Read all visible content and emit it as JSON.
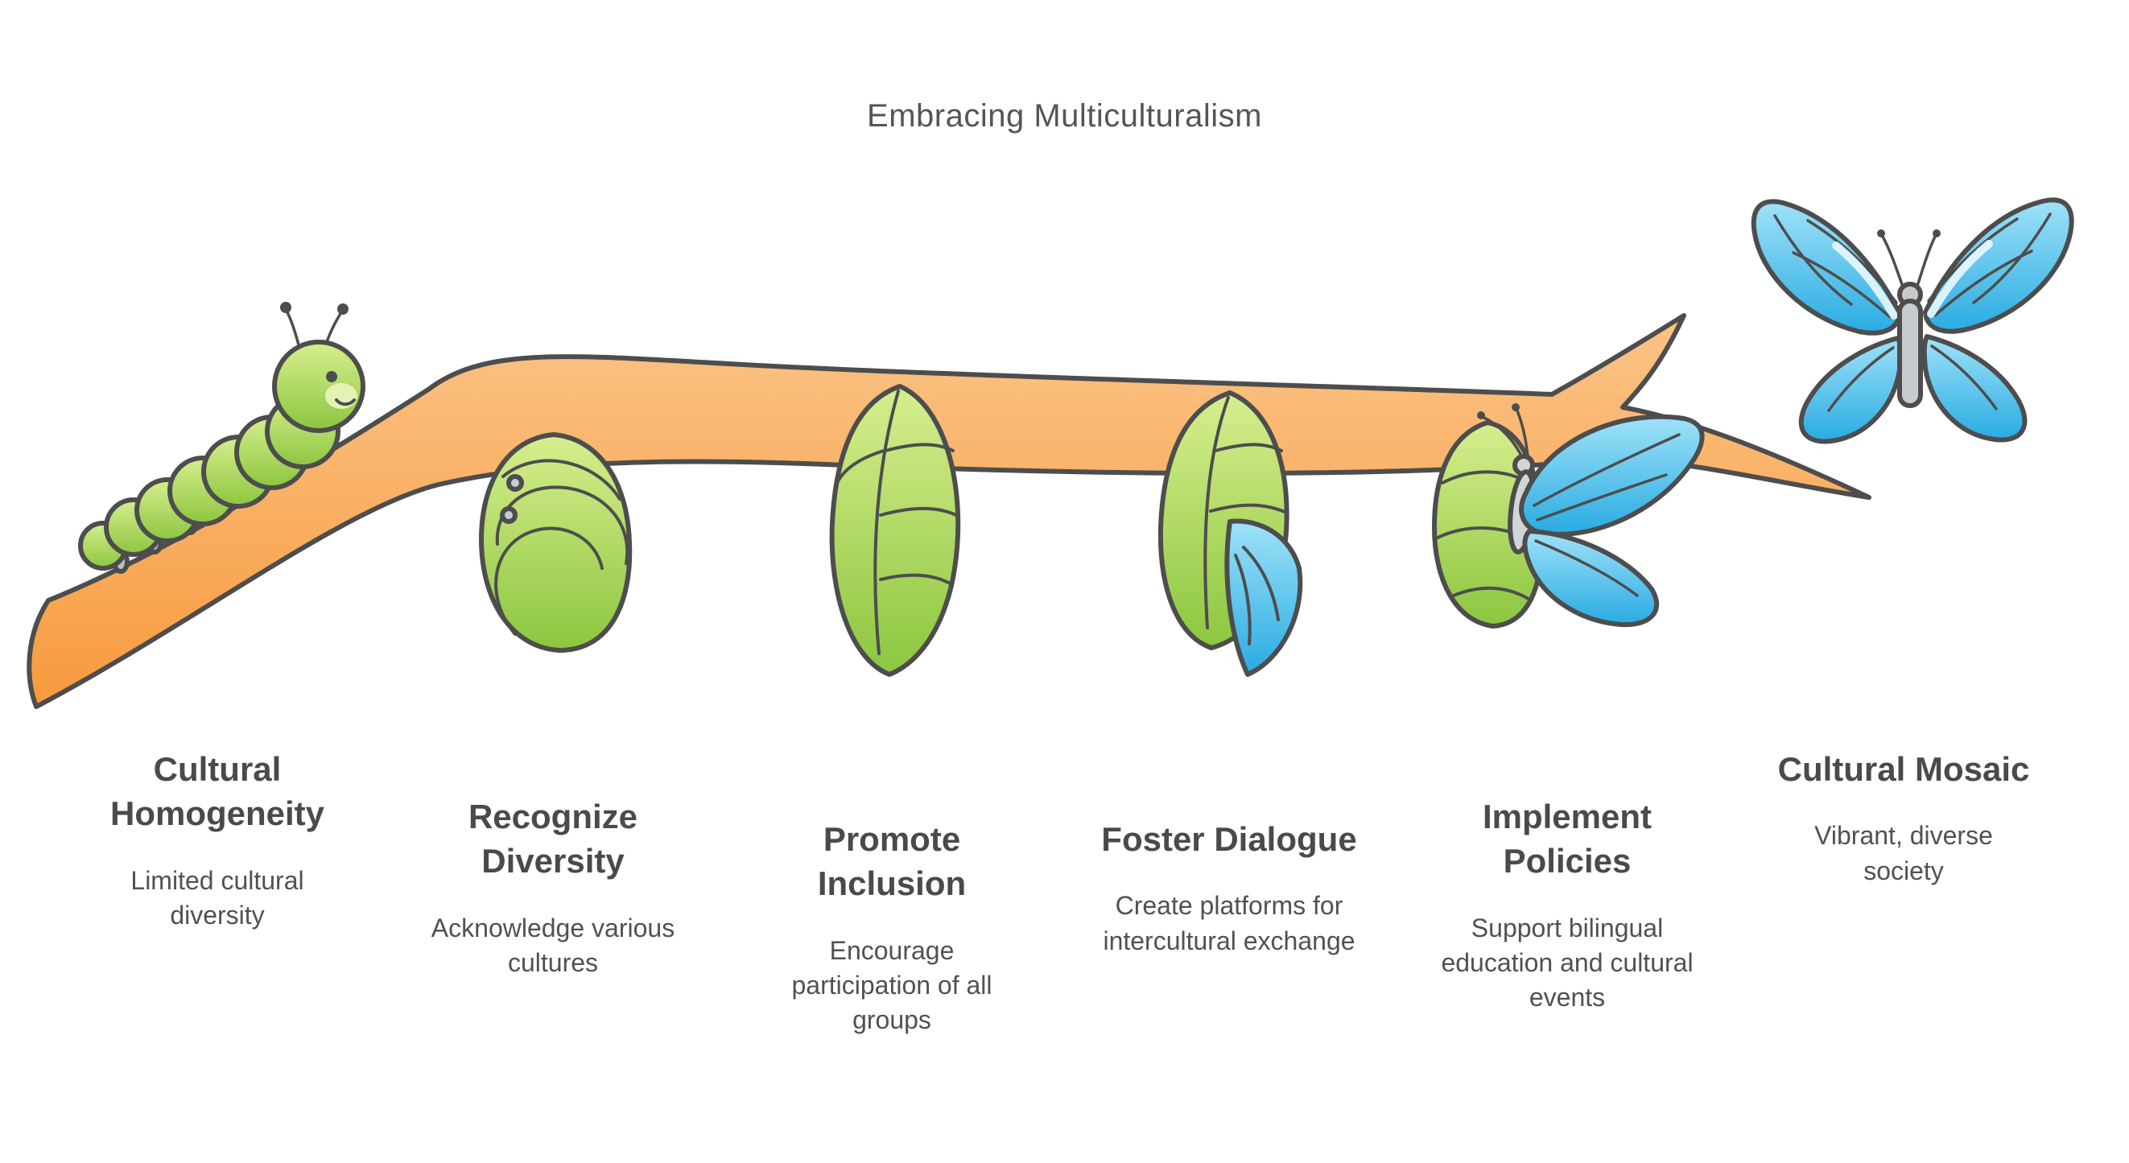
{
  "title": "Embracing Multiculturalism",
  "stages": [
    {
      "title": "Cultural Homogeneity",
      "description": "Limited cultural diversity",
      "icon": "caterpillar-icon"
    },
    {
      "title": "Recognize Diversity",
      "description": "Acknowledge various cultures",
      "icon": "chrysalis-early-icon"
    },
    {
      "title": "Promote Inclusion",
      "description": "Encourage participation of all groups",
      "icon": "chrysalis-developing-icon"
    },
    {
      "title": "Foster Dialogue",
      "description": "Create platforms for intercultural exchange",
      "icon": "chrysalis-wing-emerging-icon"
    },
    {
      "title": "Implement Policies",
      "description": "Support bilingual education and cultural events",
      "icon": "butterfly-emerging-icon"
    },
    {
      "title": "Cultural Mosaic",
      "description": "Vibrant, diverse society",
      "icon": "butterfly-icon"
    }
  ],
  "colors": {
    "outline": "#4D4D4D",
    "branch_light": "#FBC488",
    "branch_dark": "#F79A3D",
    "green_light": "#D7EE8E",
    "green_dark": "#8CC63F",
    "blue_light": "#9FE2F8",
    "blue_dark": "#29ABE2",
    "gray": "#C9CCCE",
    "title_text": "#54555A",
    "heading_text": "#4A4A4D",
    "body_text": "#515155"
  }
}
